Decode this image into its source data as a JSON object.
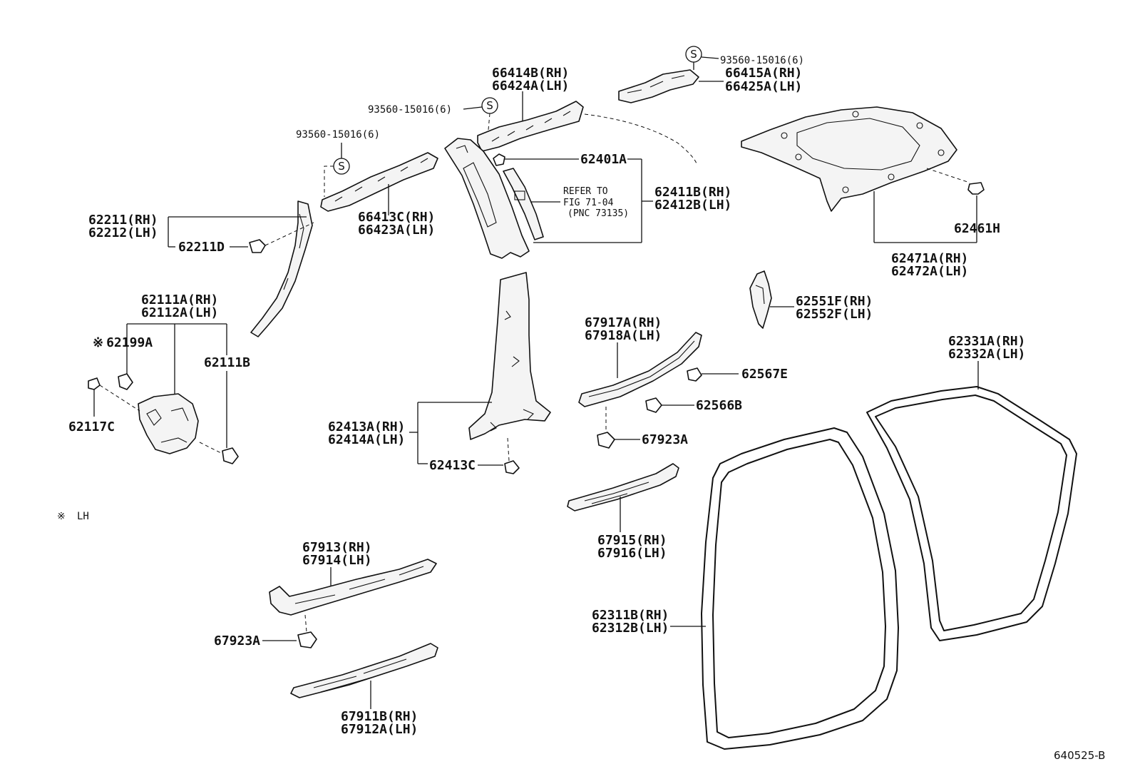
{
  "screw_symbol": "S",
  "lh_note": {
    "mark": "※",
    "text": "LH"
  },
  "refer": {
    "line1": "REFER TO",
    "line2": "FIG 71-04",
    "line3": "(PNC 73135)"
  },
  "labels": {
    "screw_top_right": "93560-15016(6)",
    "screw_mid": "93560-15016(6)",
    "screw_left": "93560-15016(6)",
    "p66414B": "66414B(RH)",
    "p66424A": "66424A(LH)",
    "p66415A": "66415A(RH)",
    "p66425A": "66425A(LH)",
    "p62401A": "62401A",
    "p62411B": "62411B(RH)",
    "p62412B": "62412B(LH)",
    "p66413C": "66413C(RH)",
    "p66423A": "66423A(LH)",
    "p62211": "62211(RH)",
    "p62212": "62212(LH)",
    "p62211D": "62211D",
    "p62461H": "62461H",
    "p62471A": "62471A(RH)",
    "p62472A": "62472A(LH)",
    "p62111A": "62111A(RH)",
    "p62112A": "62112A(LH)",
    "p62199A": "62199A",
    "p62111B": "62111B",
    "p62117C": "62117C",
    "p62551F": "62551F(RH)",
    "p62552F": "62552F(LH)",
    "p67917A": "67917A(RH)",
    "p67918A": "67918A(LH)",
    "p62567E": "62567E",
    "p62566B": "62566B",
    "p62331A": "62331A(RH)",
    "p62332A": "62332A(LH)",
    "p62413A": "62413A(RH)",
    "p62414A": "62414A(LH)",
    "p62413C": "62413C",
    "p67923A_right": "67923A",
    "p67915": "67915(RH)",
    "p67916": "67916(LH)",
    "p67913": "67913(RH)",
    "p67914": "67914(LH)",
    "p67923A_left": "67923A",
    "p62311B": "62311B(RH)",
    "p62312B": "62312B(LH)",
    "p67911B": "67911B(RH)",
    "p67912A": "67912A(LH)"
  },
  "diagram_code": "640525-B"
}
